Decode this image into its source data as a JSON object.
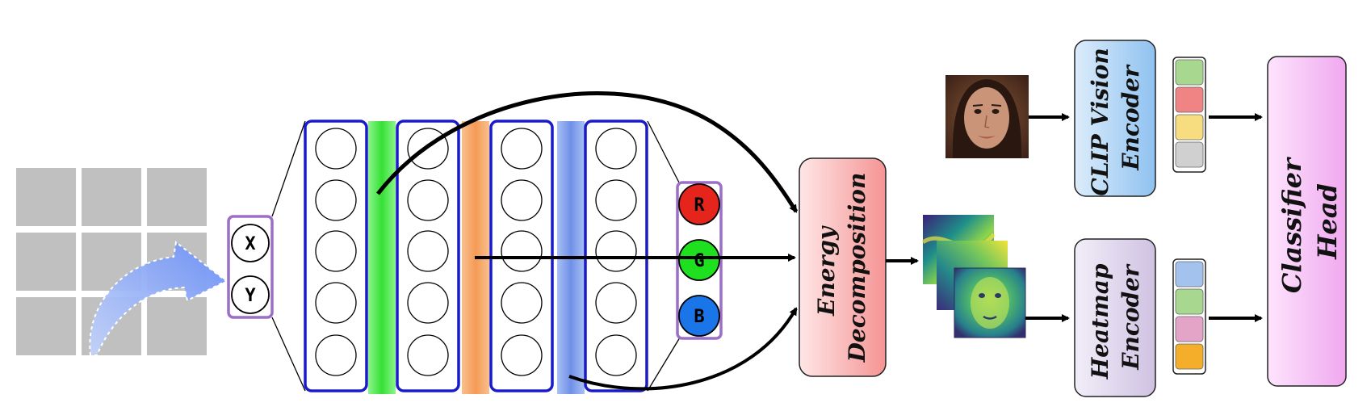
{
  "input": {
    "coords": [
      "X",
      "Y"
    ]
  },
  "outputs": [
    {
      "label": "R",
      "color": "#e5241b"
    },
    {
      "label": "G",
      "color": "#1ee01e"
    },
    {
      "label": "B",
      "color": "#1a75e8"
    }
  ],
  "blocks": {
    "energy": [
      "Energy",
      "Decomposition"
    ],
    "clip": [
      "CLIP Vision",
      "Encoder"
    ],
    "heatmap": [
      "Heatmap",
      "Encoder"
    ],
    "classifier": [
      "Classifier",
      "Head"
    ]
  },
  "colors": {
    "grid": "#c0c0c0",
    "layer_border": "#1a1ac8",
    "input_border": "#9b6fc8",
    "act_green": "#3ee63e",
    "act_orange": "#f5a060",
    "act_blue": "#7fa0ee",
    "energy_fill": "#f5a8a8",
    "clip_fill": "#a9cff2",
    "heatmap_fill": "#ddd4ea",
    "classifier_fill": "#f3bdf2"
  },
  "clip_tokens": [
    "#a8d890",
    "#f08484",
    "#f8dc80",
    "#d0d0d0"
  ],
  "heatmap_tokens": [
    "#a4c2ee",
    "#a8d890",
    "#e4a4c8",
    "#f5ae2a"
  ]
}
